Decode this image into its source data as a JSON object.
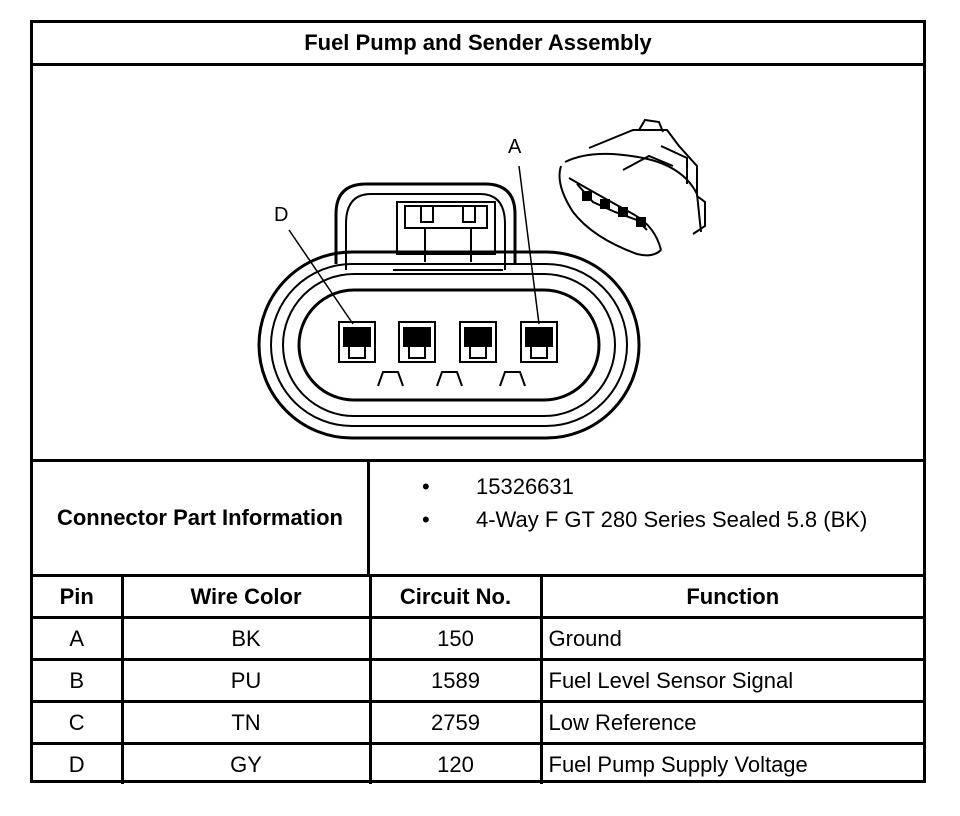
{
  "title": "Fuel Pump and Sender Assembly",
  "diagram": {
    "pin_callouts": [
      "A",
      "D"
    ]
  },
  "connector_info": {
    "label": "Connector Part Information",
    "items": [
      "15326631",
      "4-Way F GT 280 Series Sealed 5.8 (BK)"
    ],
    "bullet": "•"
  },
  "pin_table": {
    "headers": [
      "Pin",
      "Wire Color",
      "Circuit No.",
      "Function"
    ],
    "rows": [
      [
        "A",
        "BK",
        "150",
        "Ground"
      ],
      [
        "B",
        "PU",
        "1589",
        "Fuel Level Sensor Signal"
      ],
      [
        "C",
        "TN",
        "2759",
        "Low Reference"
      ],
      [
        "D",
        "GY",
        "120",
        "Fuel Pump Supply Voltage"
      ]
    ]
  }
}
